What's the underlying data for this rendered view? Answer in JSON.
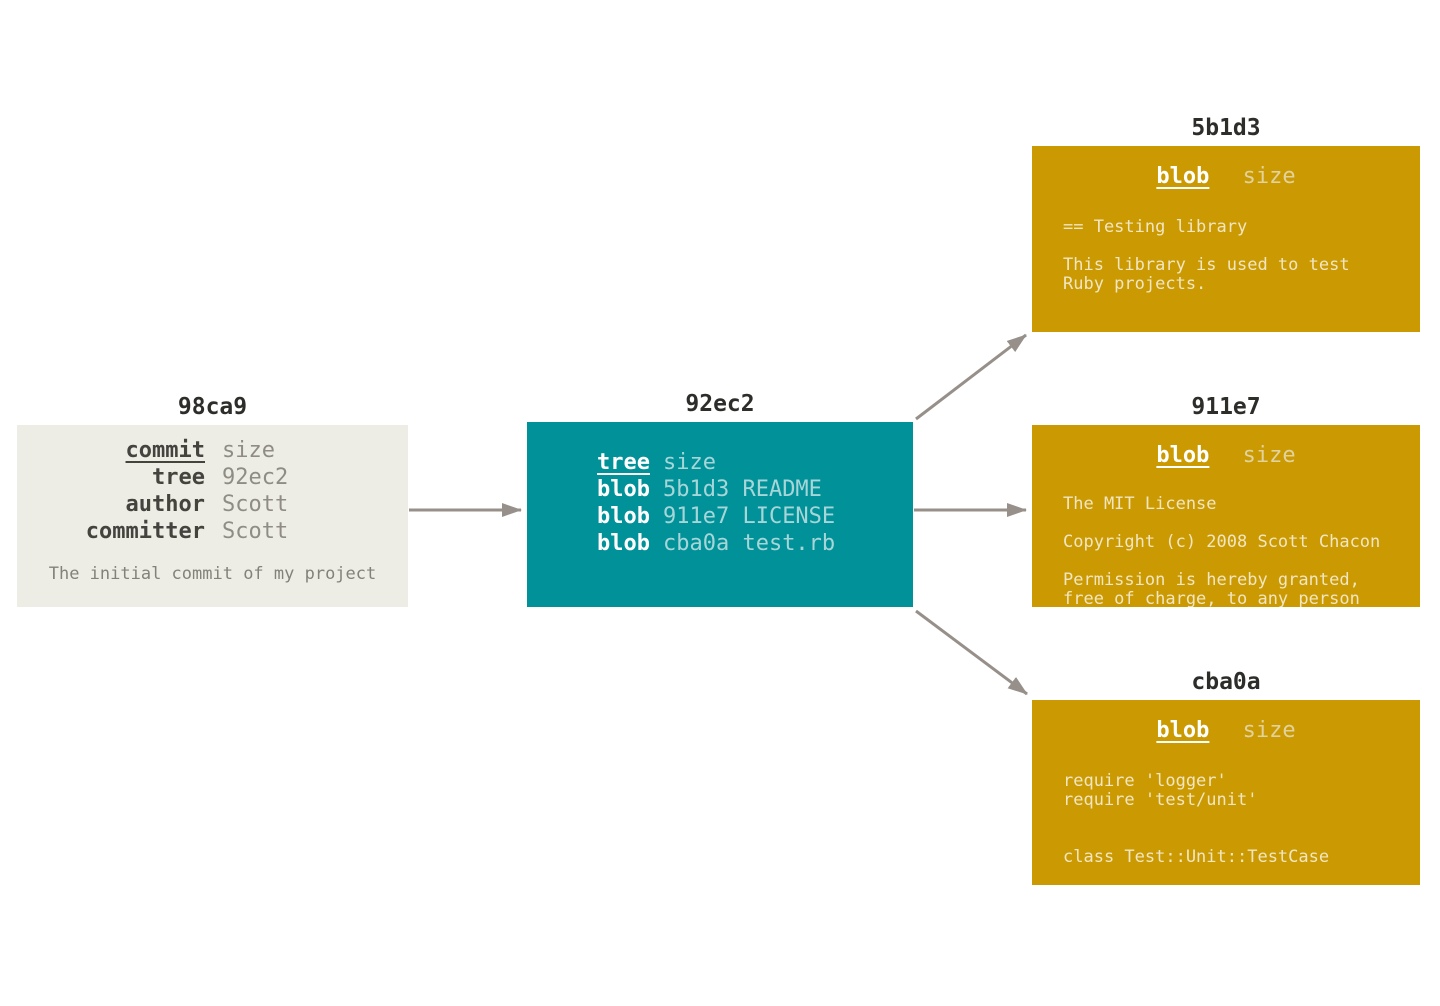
{
  "colors": {
    "commit_box_bg": "#edede5",
    "tree_box_bg": "#019299",
    "blob_box_bg": "#cb9a02",
    "arrow": "#97908a",
    "title_text": "#2d2d2a",
    "commit_key_text": "#45433e",
    "commit_value_text": "#8f8c84",
    "tree_value_text": "#a7d6d9",
    "blob_body_text": "#f1e6c3"
  },
  "commit": {
    "title": "98ca9",
    "fields": [
      {
        "key": "commit",
        "value": "size"
      },
      {
        "key": "tree",
        "value": "92ec2"
      },
      {
        "key": "author",
        "value": "Scott"
      },
      {
        "key": "committer",
        "value": "Scott"
      }
    ],
    "message": "The initial commit of my project"
  },
  "tree": {
    "title": "92ec2",
    "entries": [
      {
        "type": "tree",
        "rest": "size"
      },
      {
        "type": "blob",
        "rest": "5b1d3 README"
      },
      {
        "type": "blob",
        "rest": "911e7 LICENSE"
      },
      {
        "type": "blob",
        "rest": "cba0a test.rb"
      }
    ]
  },
  "blobs": [
    {
      "title": "5b1d3",
      "header_label": "blob",
      "header_size": "size",
      "body": "== Testing library\n\nThis library is used to test\nRuby projects."
    },
    {
      "title": "911e7",
      "header_label": "blob",
      "header_size": "size",
      "body": "The MIT License\n\nCopyright (c) 2008 Scott Chacon\n\nPermission is hereby granted,\nfree of charge, to any person"
    },
    {
      "title": "cba0a",
      "header_label": "blob",
      "header_size": "size",
      "body": "require 'logger'\nrequire 'test/unit'\n\n\nclass Test::Unit::TestCase"
    }
  ]
}
